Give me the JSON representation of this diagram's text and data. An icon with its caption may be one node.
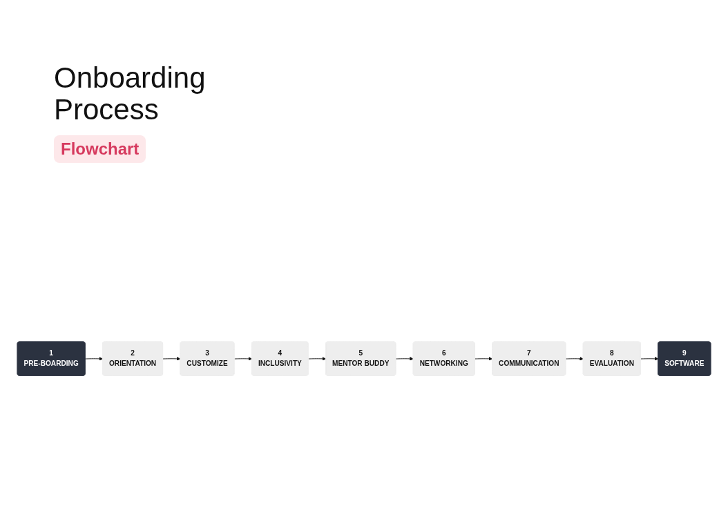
{
  "diagram": {
    "title": "Onboarding Process",
    "nodes": [
      {
        "text": [
          "1",
          "PRE-BOARDING"
        ]
      },
      {
        "text": [
          "2",
          "ORIENTATION"
        ]
      },
      {
        "text": [
          "3",
          "CUSTOMIZE"
        ]
      },
      {
        "text": [
          "4",
          "INCLUSIVITY"
        ]
      },
      {
        "text": [
          "5",
          "MENTOR BUDDY"
        ]
      },
      {
        "text": [
          "6",
          "NETWORKING"
        ]
      },
      {
        "text": [
          "7",
          "COMMUNICATION"
        ]
      },
      {
        "text": [
          "8",
          "EVALUATION"
        ]
      },
      {
        "text": [
          "9",
          "SOFTWARE"
        ]
      }
    ],
    "edges": [
      {
        "from": 0,
        "to": 1,
        "arrow": "to"
      },
      {
        "from": 1,
        "to": 2,
        "arrow": "to"
      },
      {
        "from": 2,
        "to": 3,
        "arrow": "to"
      },
      {
        "from": 3,
        "to": 4,
        "arrow": "to"
      },
      {
        "from": 4,
        "to": 5,
        "arrow": "to"
      },
      {
        "from": 5,
        "to": 6,
        "arrow": "to"
      },
      {
        "from": 6,
        "to": 7,
        "arrow": "to"
      },
      {
        "from": 7,
        "to": 8,
        "arrow": "to"
      }
    ],
    "labels": [
      "Flowchart"
    ]
  }
}
